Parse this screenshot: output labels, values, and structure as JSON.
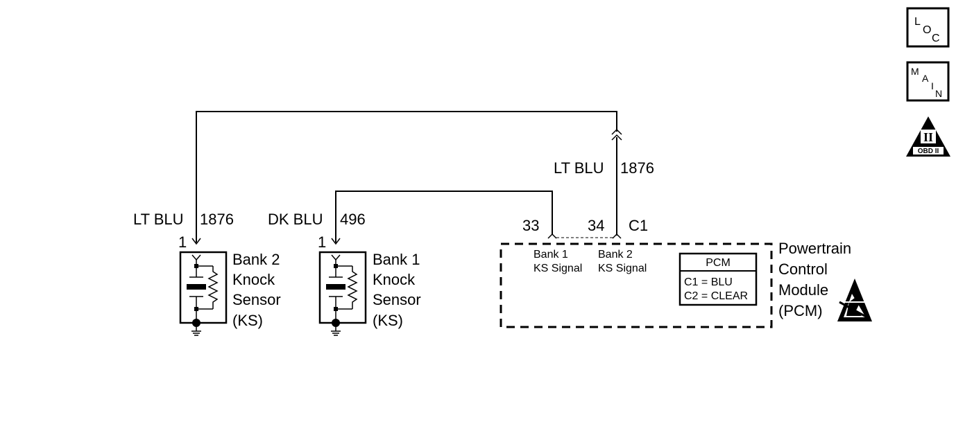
{
  "wires": {
    "bank2_left": {
      "color": "LT BLU",
      "circuit": "1876",
      "pin": "1"
    },
    "bank1_left": {
      "color": "DK BLU",
      "circuit": "496",
      "pin": "1"
    },
    "right_riser": {
      "color": "LT BLU",
      "circuit": "1876"
    }
  },
  "sensors": {
    "bank2": {
      "lines": [
        "Bank 2",
        "Knock",
        "Sensor",
        "(KS)"
      ]
    },
    "bank1": {
      "lines": [
        "Bank 1",
        "Knock",
        "Sensor",
        "(KS)"
      ]
    }
  },
  "pcm": {
    "pin_33": "33",
    "pin_34": "34",
    "connector": "C1",
    "pin33_label": [
      "Bank 1",
      "KS Signal"
    ],
    "pin34_label": [
      "Bank 2",
      "KS Signal"
    ],
    "box": {
      "title": "PCM",
      "c1": "C1 = BLU",
      "c2": "C2 = CLEAR"
    },
    "name_lines": [
      "Powertrain",
      "Control",
      "Module",
      "(PCM)"
    ]
  },
  "nav": {
    "loc": [
      "L",
      "O",
      "C"
    ],
    "main": [
      "M",
      "A",
      "I",
      "N"
    ],
    "obd": {
      "symbol": "II",
      "label": "OBD II"
    }
  },
  "icons": [
    "esd-sensitive-icon",
    "ground-icon",
    "obd-ii-icon",
    "loc-icon",
    "main-icon"
  ]
}
